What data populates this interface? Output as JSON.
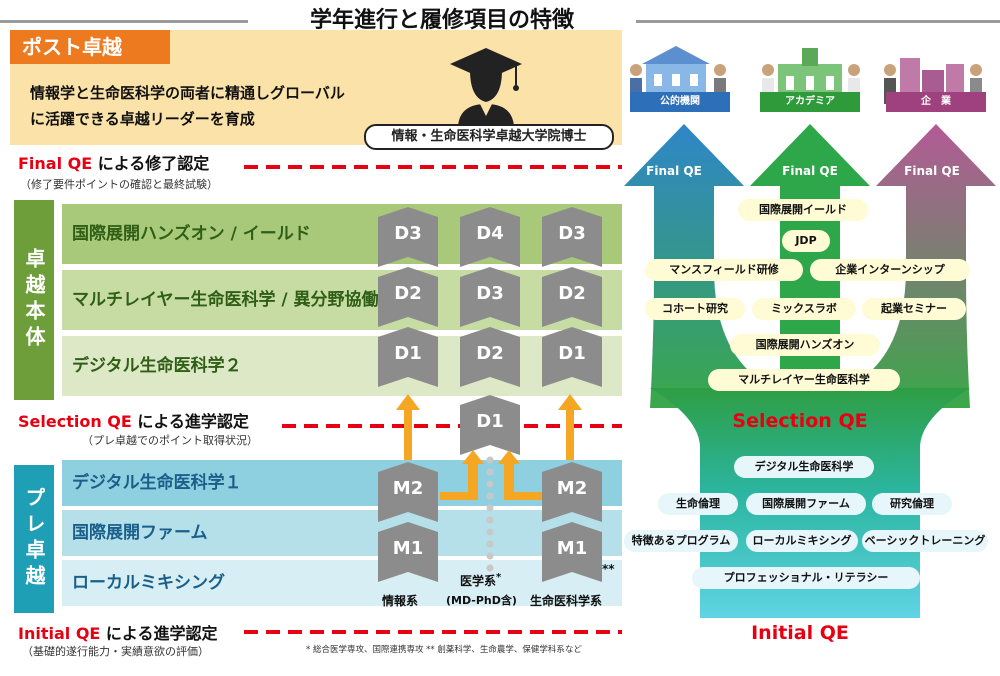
{
  "header": {
    "title": "学年進行と履修項目の特徴"
  },
  "post": {
    "label": "ポスト卓越",
    "line1": "情報学と生命医科学の両者に精通しグローバル",
    "line2": "に活躍できる卓越リーダーを育成",
    "degree": "情報・生命医科学卓越大学院博士"
  },
  "final_qe": {
    "qe": "Final QE",
    "text": "による修了認定",
    "sub": "（修了要件ポイントの確認と最終試験）"
  },
  "selection_qe": {
    "qe": "Selection QE",
    "text": "による進学認定",
    "sub": "（プレ卓越でのポイント取得状況）"
  },
  "initial_qe": {
    "qe": "Initial QE",
    "text": "による進学認定",
    "sub": "（基礎的遂行能力・実績意欲の評価）"
  },
  "main_stage": {
    "label": "卓越本体",
    "rows": [
      "国際展開ハンズオン / イールド",
      "マルチレイヤー生命医科学 / 異分野協働",
      "デジタル生命医科学２"
    ]
  },
  "pre_stage": {
    "label": "プレ卓越",
    "rows": [
      "デジタル生命医科学１",
      "国際展開ファーム",
      "ローカルミキシング"
    ]
  },
  "chevrons": {
    "left": [
      "D3",
      "D2",
      "D1",
      "M2",
      "M1"
    ],
    "center": [
      "D4",
      "D3",
      "D2",
      "D1"
    ],
    "right": [
      "D3",
      "D2",
      "D1",
      "M2",
      "M1"
    ]
  },
  "tracks": {
    "left": "情報系",
    "center_line1": "医学系",
    "center_mark": "*",
    "center_line2": "(MD-PhD含)",
    "right": "生命医科学系",
    "right_mark": "**"
  },
  "footnote": "* 総合医学専攻、国際連携専攻  ** 創薬科学、生命農学、保健学科系など",
  "institutions": [
    "公的機関",
    "アカデミア",
    "企　業"
  ],
  "tree": {
    "arrow_labels": [
      "Final QE",
      "Final QE",
      "Final QE"
    ],
    "upper_items": [
      "国際展開イールド",
      "JDP",
      "マンスフィールド研修",
      "企業インターンシップ",
      "コホート研究",
      "ミックスラボ",
      "起業セミナー",
      "国際展開ハンズオン",
      "マルチレイヤー生命医科学"
    ],
    "selection": "Selection QE",
    "lower_items": [
      "デジタル生命医科学",
      "生命倫理",
      "国際展開ファーム",
      "研究倫理",
      "特徴あるプログラム",
      "ローカルミキシング",
      "ベーシックトレーニング",
      "プロフェッショナル・リテラシー"
    ],
    "initial": "Initial QE"
  },
  "colors": {
    "accent_orange": "#ee7a1f",
    "qe_red": "#e60012",
    "main_green": "#6e9e3a",
    "pre_blue": "#1e9fb6"
  }
}
